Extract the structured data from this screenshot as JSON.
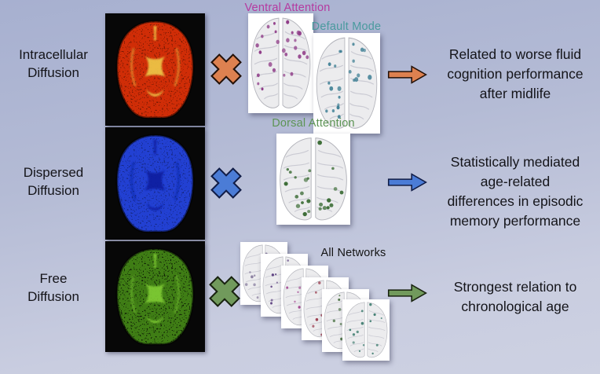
{
  "figure": {
    "rows": [
      {
        "label": "Intracellular\nDiffusion",
        "scan": {
          "base": "#d02d07",
          "accent": "#efcf4b",
          "speckle": 0.4
        },
        "cross": {
          "fill": "#dd8150",
          "outline": "#241108"
        },
        "networks": [
          {
            "name": "Ventral Attention",
            "label_color": "#b53aa0",
            "dot_color": "#8f3c88"
          },
          {
            "name": "Default Mode",
            "label_color": "#4a9a9e",
            "dot_color": "#3b7d92"
          }
        ],
        "arrow": {
          "fill": "#dd8150",
          "outline": "#241108"
        },
        "outcome": "Related to worse fluid\ncognition performance\nafter midlife"
      },
      {
        "label": "Dispersed\nDiffusion",
        "scan": {
          "base": "#2240d2",
          "accent": "#0c1f9e",
          "speckle": 0.35
        },
        "cross": {
          "fill": "#4b7cd6",
          "outline": "#101c46"
        },
        "networks": [
          {
            "name": "Dorsal Attention",
            "label_color": "#5d9455",
            "dot_color": "#3f6f39"
          }
        ],
        "arrow": {
          "fill": "#4b7cd6",
          "outline": "#101c46"
        },
        "outcome": "Statistically mediated\nage-related\ndifferences in episodic\nmemory performance"
      },
      {
        "label": "Free\nDiffusion",
        "scan": {
          "base": "#3f7d15",
          "accent": "#82cf36",
          "speckle": 0.75
        },
        "cross": {
          "fill": "#719a5c",
          "outline": "#18220f"
        },
        "networks": [
          {
            "name": "All Networks",
            "label_color": "#141414",
            "dot_colors": [
              "#8a7fa0",
              "#5a3d7e",
              "#a64a93",
              "#9c4052",
              "#51764a",
              "#3f7d70"
            ]
          }
        ],
        "arrow": {
          "fill": "#719a5c",
          "outline": "#18220f"
        },
        "outcome": "Strongest relation to\nchronological age"
      }
    ]
  }
}
